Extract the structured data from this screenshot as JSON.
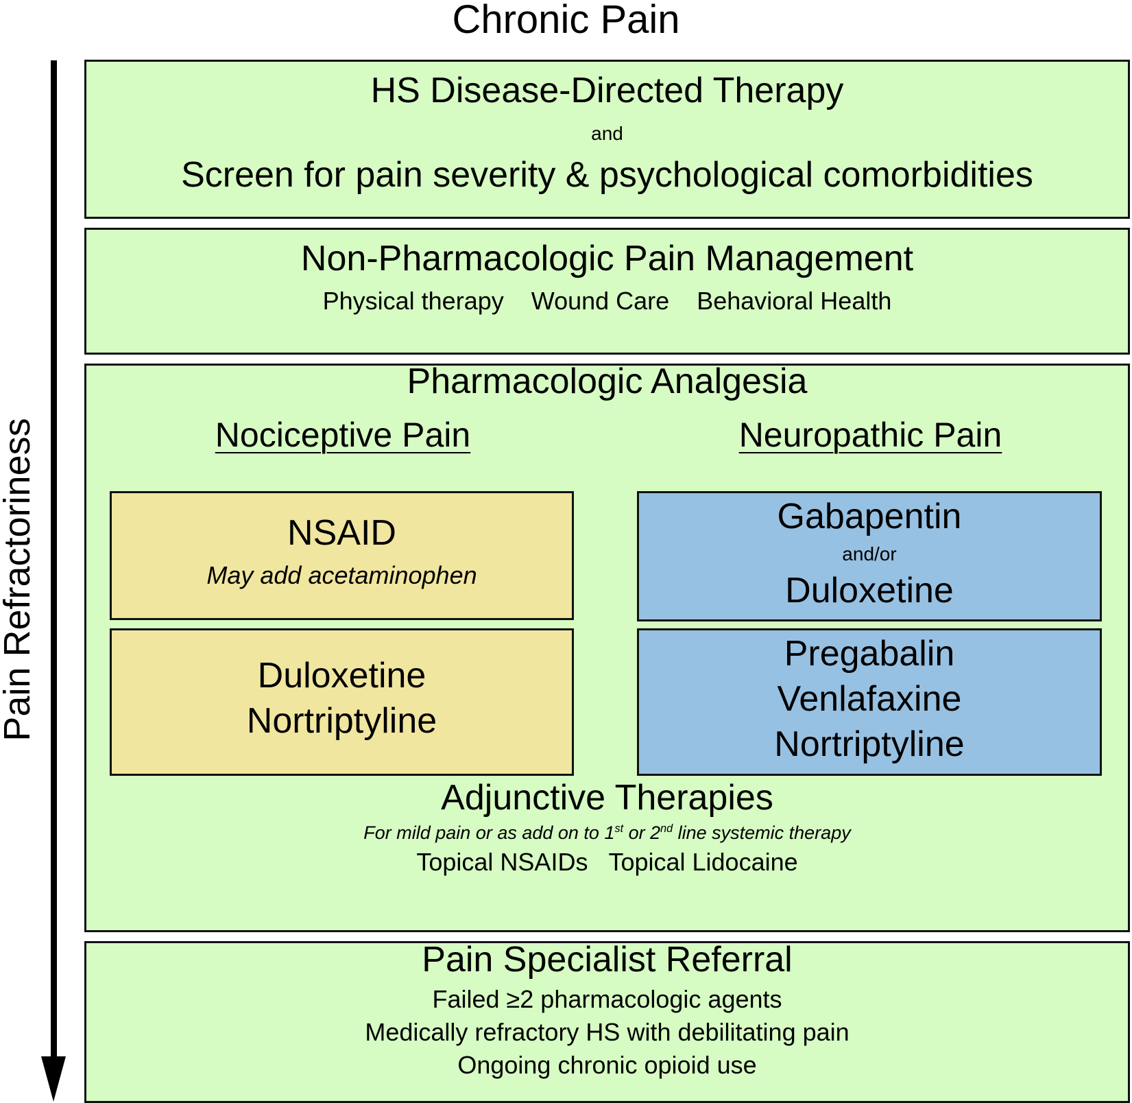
{
  "title": "Chronic Pain",
  "axis": {
    "label": "Pain Refractoriness",
    "arrow_direction": "down",
    "arrow_icon": "down-arrow-icon"
  },
  "colors": {
    "step_box": "#d6fbc3",
    "nociceptive_box": "#f1e69f",
    "neuropathic_box": "#97c1e2",
    "border": "#111111"
  },
  "steps": [
    {
      "title": "HS Disease-Directed Therapy",
      "connector": "and",
      "subtitle": "Screen for pain severity & psychological comorbidities"
    },
    {
      "title": "Non-Pharmacologic Pain Management",
      "items": [
        "Physical therapy",
        "Wound Care",
        "Behavioral Health"
      ]
    },
    {
      "title": "Pharmacologic Analgesia",
      "nociceptive": {
        "heading": "Nociceptive Pain",
        "first_line": {
          "drug": "NSAID",
          "note": "May add acetaminophen"
        },
        "second_line": {
          "drugs": [
            "Duloxetine",
            "Nortriptyline"
          ]
        }
      },
      "neuropathic": {
        "heading": "Neuropathic Pain",
        "first_line": {
          "drug_a": "Gabapentin",
          "connector": "and/or",
          "drug_b": "Duloxetine"
        },
        "second_line": {
          "drugs": [
            "Pregabalin",
            "Venlafaxine",
            "Nortriptyline"
          ]
        }
      },
      "adjunctive": {
        "title": "Adjunctive Therapies",
        "note_pre": "For mild pain or as add on to 1",
        "note_sup1": "st",
        "note_mid": " or 2",
        "note_sup2": "nd",
        "note_post": " line systemic therapy",
        "items": [
          "Topical NSAIDs",
          "Topical Lidocaine"
        ]
      }
    },
    {
      "title": "Pain Specialist Referral",
      "criteria": [
        "Failed ≥2 pharmacologic agents",
        "Medically refractory HS with debilitating pain",
        "Ongoing chronic opioid use"
      ]
    }
  ]
}
